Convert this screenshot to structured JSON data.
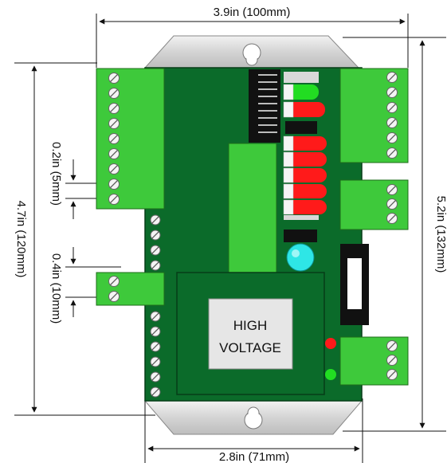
{
  "dimensions": {
    "width_label": "3.9in (100mm)",
    "bottom_width_label": "2.8in (71mm)",
    "height_label": "4.7in (120mm)",
    "total_height_label": "5.2in (132mm)",
    "pitch_small_label": "0.2in (5mm)",
    "pitch_large_label": "0.4in (10mm)"
  },
  "module": {
    "warning_line1": "HIGH",
    "warning_line2": "VOLTAGE"
  },
  "colors": {
    "board": "#0b6b2a",
    "terminal": "#3ec93b",
    "led_red": "#ff1a1a",
    "led_green": "#22dd22",
    "led_cyan": "#2ee6e6",
    "mount": "#d9d9d9"
  },
  "icons": [
    "screw-icon",
    "mounting-hole-icon",
    "dimension-arrow-icon"
  ]
}
